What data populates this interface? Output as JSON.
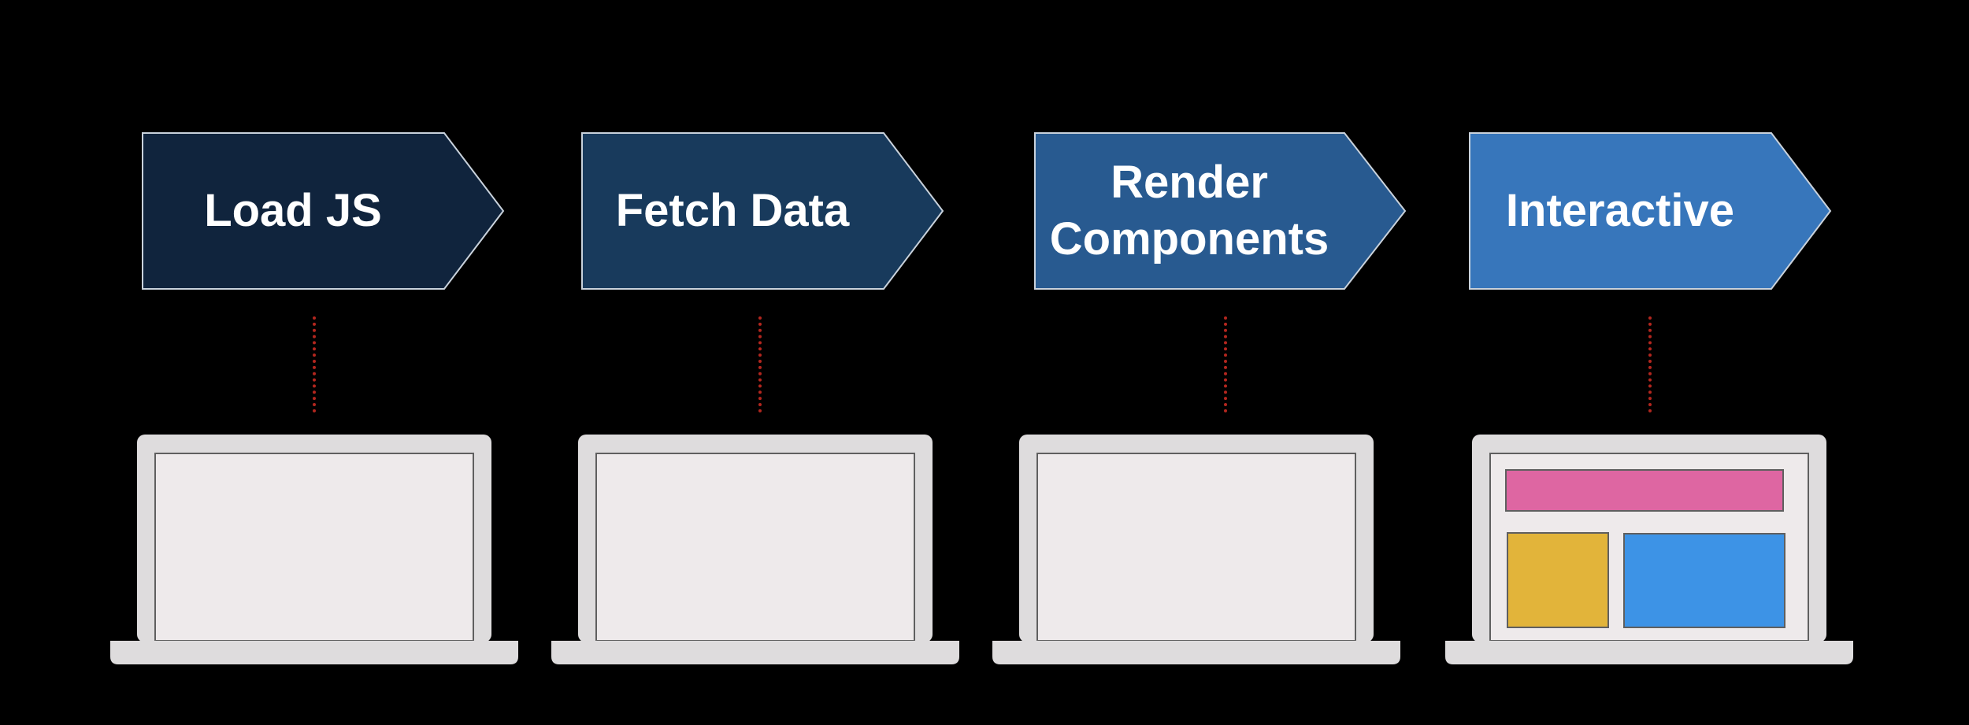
{
  "colors": {
    "background": "#000000",
    "stage_fills": [
      "#10243d",
      "#183a5c",
      "#285a90",
      "#3776bb"
    ],
    "stage_border": "#c9d2dc",
    "connector": "#b3261e",
    "laptop_body": "#dedcdd",
    "laptop_screen": "#eeeaeb",
    "header_block": "#de66a2",
    "side_block": "#e2b43a",
    "content_block": "#3d93e6"
  },
  "stages": [
    {
      "label": "Load JS",
      "laptop_state": "empty"
    },
    {
      "label": "Fetch Data",
      "laptop_state": "empty"
    },
    {
      "label": "Render\nComponents",
      "laptop_state": "empty"
    },
    {
      "label": "Interactive",
      "laptop_state": "rendered"
    }
  ]
}
